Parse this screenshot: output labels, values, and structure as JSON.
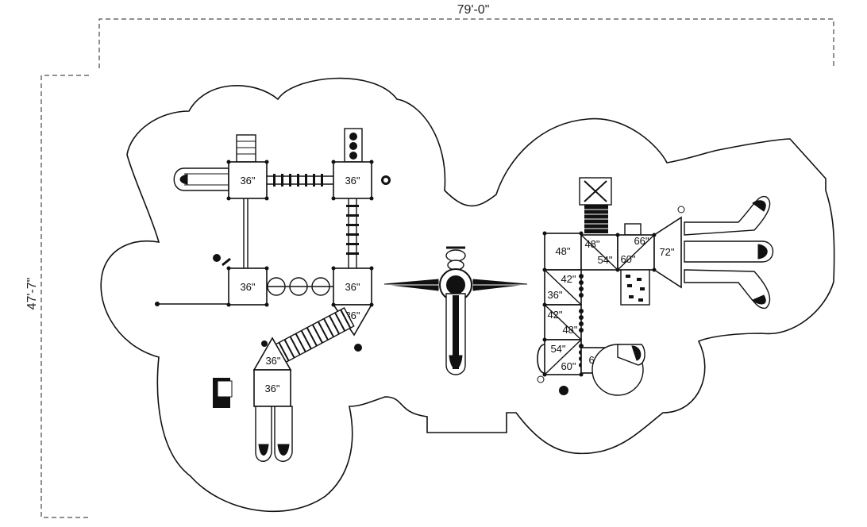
{
  "dimensions": {
    "width": "79'-0\"",
    "depth": "47'-7\""
  },
  "decks": {
    "d1": "36\"",
    "d2": "36\"",
    "d3": "36\"",
    "d4": "36\"",
    "d5": "36\"",
    "d6": "36\"",
    "d7": "36\"",
    "r1": "48\"",
    "r2": "48\"",
    "r3": "54\"",
    "r4": "66\"",
    "r5": "60\"",
    "r6": "72\"",
    "r7": "42\"",
    "r8": "36\"",
    "r9": "42\"",
    "r10": "48\"",
    "r11": "54\"",
    "r12": "60\"",
    "r13": "66\""
  }
}
